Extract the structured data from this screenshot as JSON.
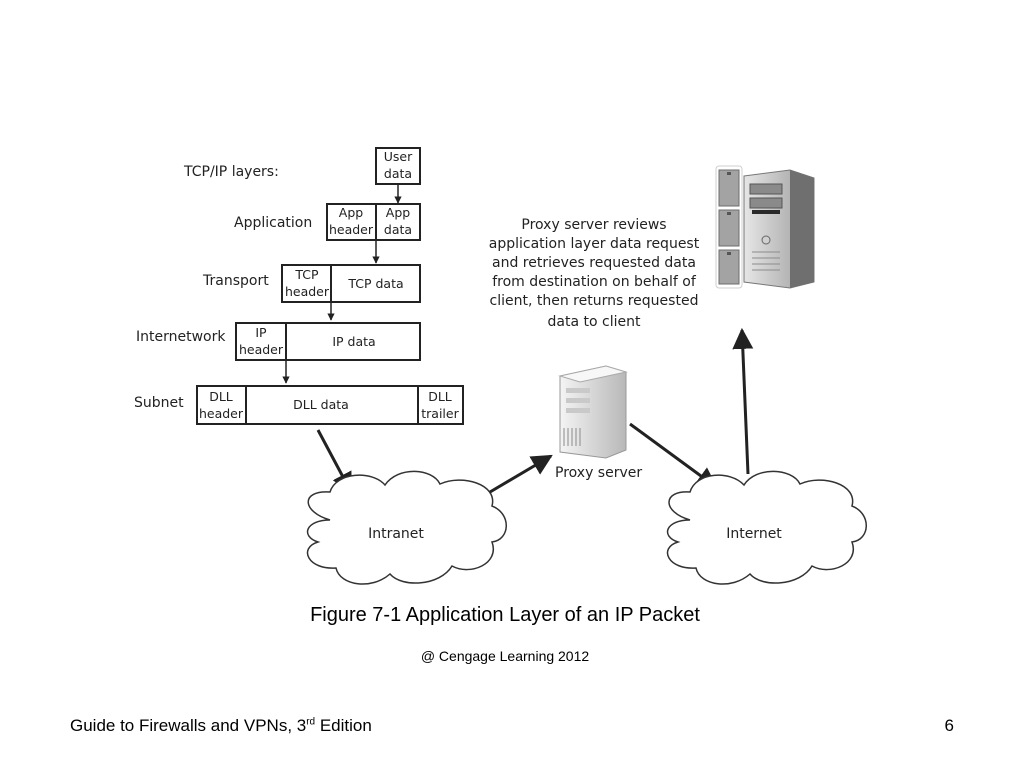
{
  "diagram": {
    "layers_heading": "TCP/IP layers:",
    "layers": {
      "application": "Application",
      "transport": "Transport",
      "internetwork": "Internetwork",
      "subnet": "Subnet"
    },
    "boxes": {
      "user_data": [
        "User",
        "data"
      ],
      "app_header": [
        "App",
        "header"
      ],
      "app_data": [
        "App",
        "data"
      ],
      "tcp_header": [
        "TCP",
        "header"
      ],
      "tcp_data": "TCP data",
      "ip_header": [
        "IP",
        "header"
      ],
      "ip_data": "IP data",
      "dll_header": [
        "DLL",
        "header"
      ],
      "dll_data": "DLL data",
      "dll_trailer": [
        "DLL",
        "trailer"
      ]
    },
    "clouds": {
      "intranet": "Intranet",
      "internet": "Internet"
    },
    "proxy_label": "Proxy server",
    "proxy_note": [
      "Proxy server reviews",
      "application layer data request",
      "and retrieves requested data",
      "from destination on behalf of",
      "client, then returns requested",
      "data to client"
    ]
  },
  "caption": "Figure 7-1 Application Layer of an IP Packet",
  "copyright": "@ Cengage Learning 2012",
  "footer": {
    "title_main": "Guide to Firewalls and VPNs, 3",
    "title_sup": "rd",
    "title_end": " Edition",
    "page": "6"
  }
}
